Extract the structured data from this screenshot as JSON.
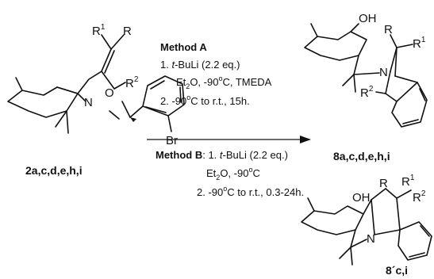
{
  "atoms": {
    "O": "O",
    "N": "N",
    "Br": "Br",
    "OH": "OH",
    "R": "R",
    "R1": "R",
    "R1_sup": "1",
    "R2": "R",
    "R2_sup": "2"
  },
  "compounds": {
    "start": "2a,c,d,e,h,i",
    "product_major": "8a,c,d,e,h,i",
    "product_minor": "8´c,i"
  },
  "method_a": {
    "title": "Method A",
    "step1_num": "1. ",
    "step1_reagent_prefix": "t",
    "step1_reagent": "-BuLi (2.2 eq.)",
    "step1_solvent": "Et",
    "step1_solvent_sub": "2",
    "step1_conditions": "O, -90",
    "step1_deg": "o",
    "step1_conditions_end": "C, TMEDA",
    "step2_prefix": "2. -90",
    "step2_deg": "o",
    "step2_text": "C to r.t., 15h."
  },
  "method_b": {
    "title": "Method B",
    "step1_text": ": 1. ",
    "step1_reagent_prefix": "t",
    "step1_reagent": "-BuLi (2.2 eq.)",
    "solvent": "Et",
    "solvent_sub": "2",
    "conditions": "O, -90",
    "deg": "o",
    "conditions_end": "C",
    "step2_prefix": "2. -90",
    "step2_deg": "o",
    "step2_text": "C to r.t., 0.3-24h."
  }
}
